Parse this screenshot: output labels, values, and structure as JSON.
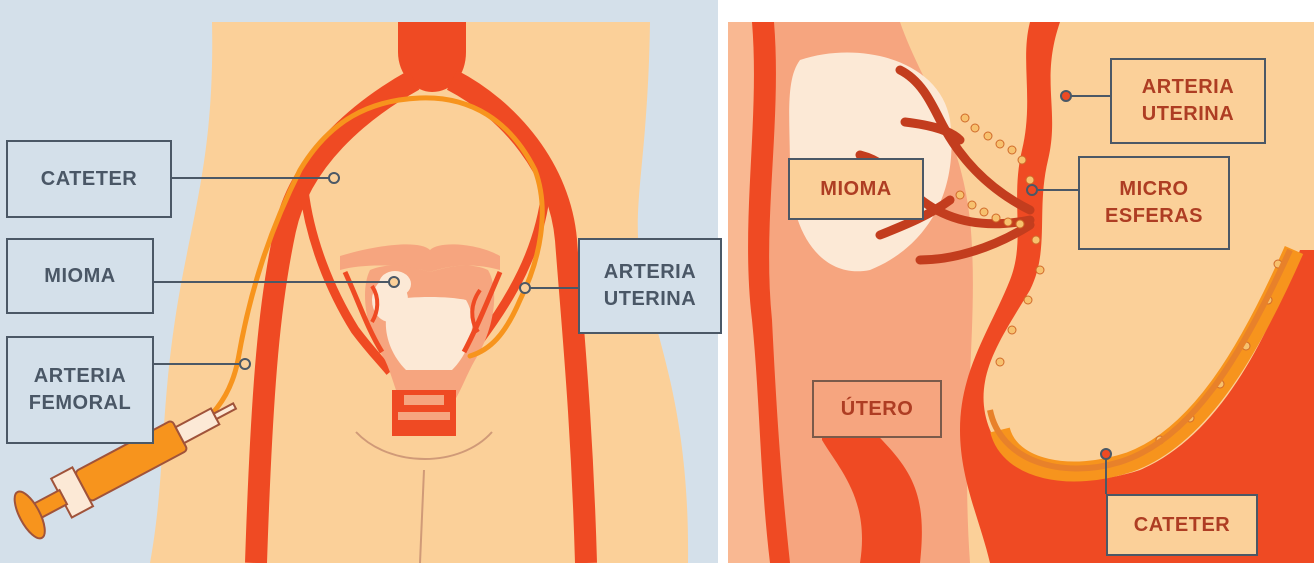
{
  "left_panel": {
    "labels": {
      "cateter": "CATETER",
      "mioma": "MIOMA",
      "arteria_femoral_line1": "ARTERIA",
      "arteria_femoral_line2": "FEMORAL",
      "arteria_uterina_line1": "ARTERIA",
      "arteria_uterina_line2": "UTERINA"
    }
  },
  "right_panel": {
    "labels": {
      "arteria_uterina_line1": "ARTERIA",
      "arteria_uterina_line2": "UTERINA",
      "mioma": "MIOMA",
      "micro_esferas_line1": "MICRO",
      "micro_esferas_line2": "ESFERAS",
      "utero": "ÚTERO",
      "cateter": "CATETER"
    }
  },
  "colors": {
    "background": "#d4e0ea",
    "skin": "#fbd099",
    "artery": "#ef4a23",
    "catheter": "#f7941d",
    "uterus_tissue": "#f6a57f",
    "myoma": "#fce9d6",
    "label_border": "#4b5866",
    "label_text_left": "#4a5766",
    "label_text_right": "#ae3d23"
  }
}
